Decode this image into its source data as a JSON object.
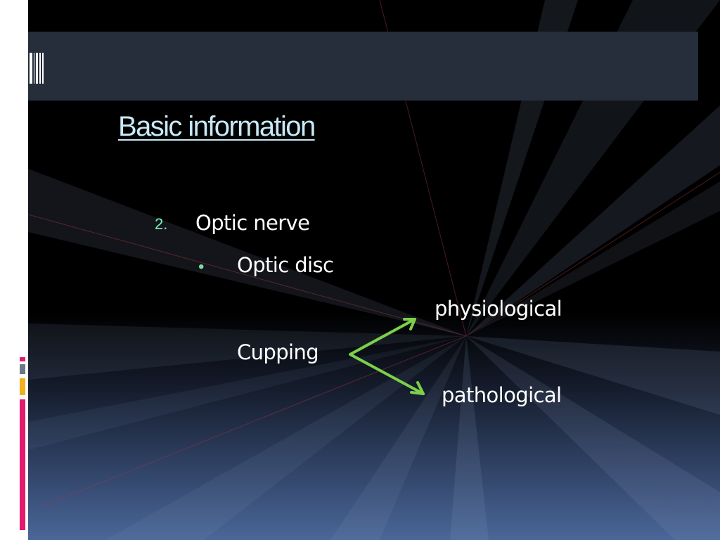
{
  "slide": {
    "title": "Basic information",
    "list_number": "2.",
    "heading_item": "Optic nerve",
    "bullet_char": "•",
    "sub_item": "Optic disc",
    "cupping_label": "Cupping",
    "branch_upper": "physiological",
    "branch_lower": "pathological"
  },
  "colors": {
    "title": "#c7e9f8",
    "number": "#7cf0b8",
    "bullet": "#7ed9a2",
    "arrow": "#7cd04a",
    "header_band": "#262d3b",
    "accent_pink": "#e6196e",
    "accent_gray": "#6b7788",
    "accent_gold": "#f2b01c"
  },
  "icons": {
    "logo": "barcode-icon",
    "arrows": "branch-arrow-icon"
  }
}
